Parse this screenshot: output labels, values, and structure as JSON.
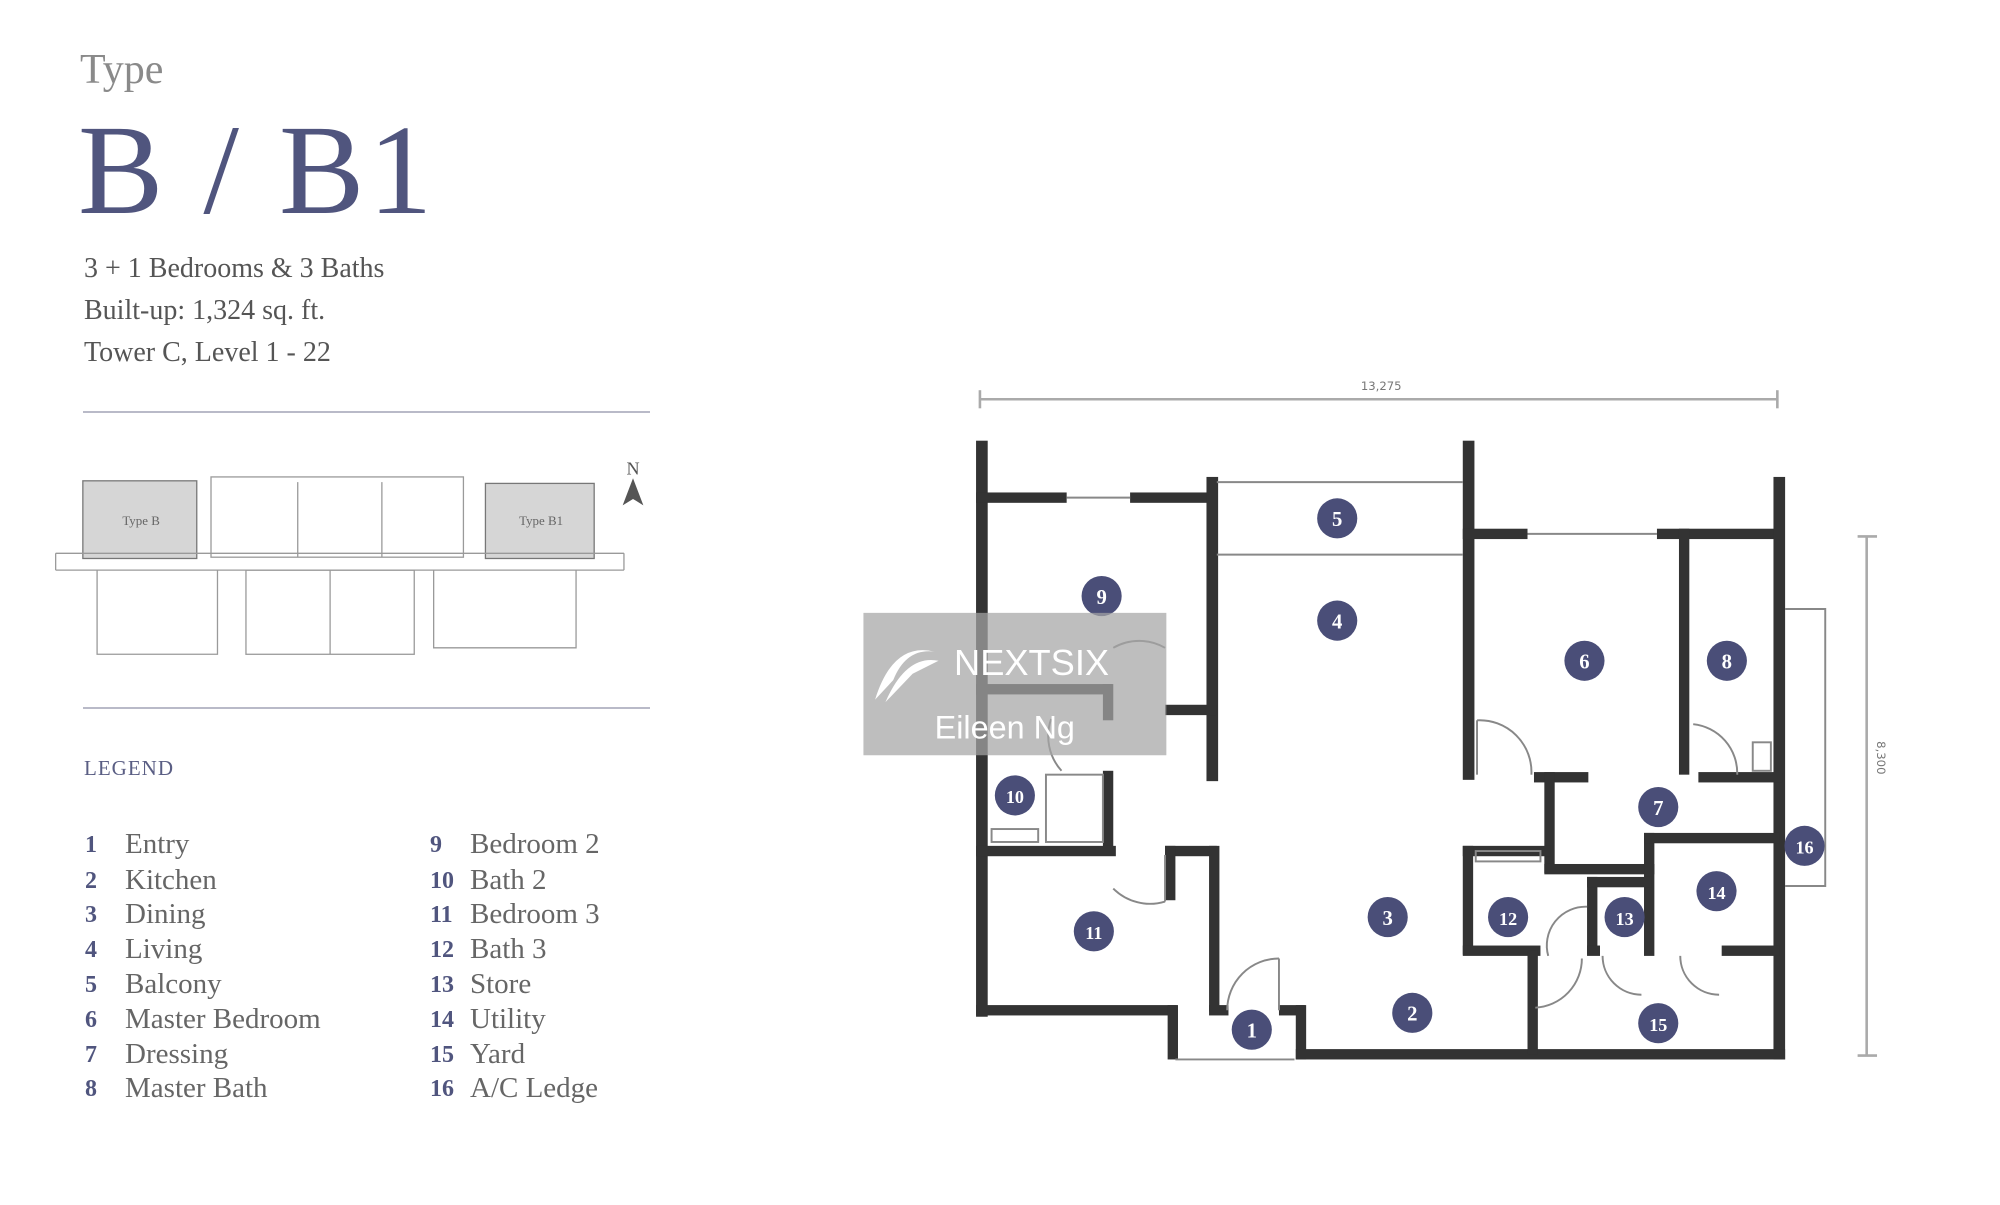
{
  "header": {
    "type_label": "Type",
    "title": "B / B1",
    "bedrooms_baths": "3 + 1 Bedrooms & 3 Baths",
    "built_up": "Built-up: 1,324 sq. ft.",
    "tower_level": "Tower C, Level 1 - 22"
  },
  "key_plan": {
    "unit_b_label": "Type B",
    "unit_b1_label": "Type B1",
    "north_label": "N"
  },
  "legend": {
    "title": "LEGEND",
    "items": [
      {
        "num": "1",
        "label": "Entry"
      },
      {
        "num": "2",
        "label": "Kitchen"
      },
      {
        "num": "3",
        "label": "Dining"
      },
      {
        "num": "4",
        "label": "Living"
      },
      {
        "num": "5",
        "label": "Balcony"
      },
      {
        "num": "6",
        "label": "Master Bedroom"
      },
      {
        "num": "7",
        "label": "Dressing"
      },
      {
        "num": "8",
        "label": "Master Bath"
      },
      {
        "num": "9",
        "label": "Bedroom 2"
      },
      {
        "num": "10",
        "label": "Bath 2"
      },
      {
        "num": "11",
        "label": "Bedroom 3"
      },
      {
        "num": "12",
        "label": "Bath 3"
      },
      {
        "num": "13",
        "label": "Store"
      },
      {
        "num": "14",
        "label": "Utility"
      },
      {
        "num": "15",
        "label": "Yard"
      },
      {
        "num": "16",
        "label": "A/C Ledge"
      }
    ]
  },
  "floor_plan": {
    "width_dimension": "13,275",
    "depth_dimension": "8,300"
  },
  "watermark": {
    "brand": "NEXTSIX",
    "agent": "Eileen Ng"
  },
  "colors": {
    "accent": "#50557e",
    "room_marker": "#4a4e78",
    "wall": "#333333"
  }
}
